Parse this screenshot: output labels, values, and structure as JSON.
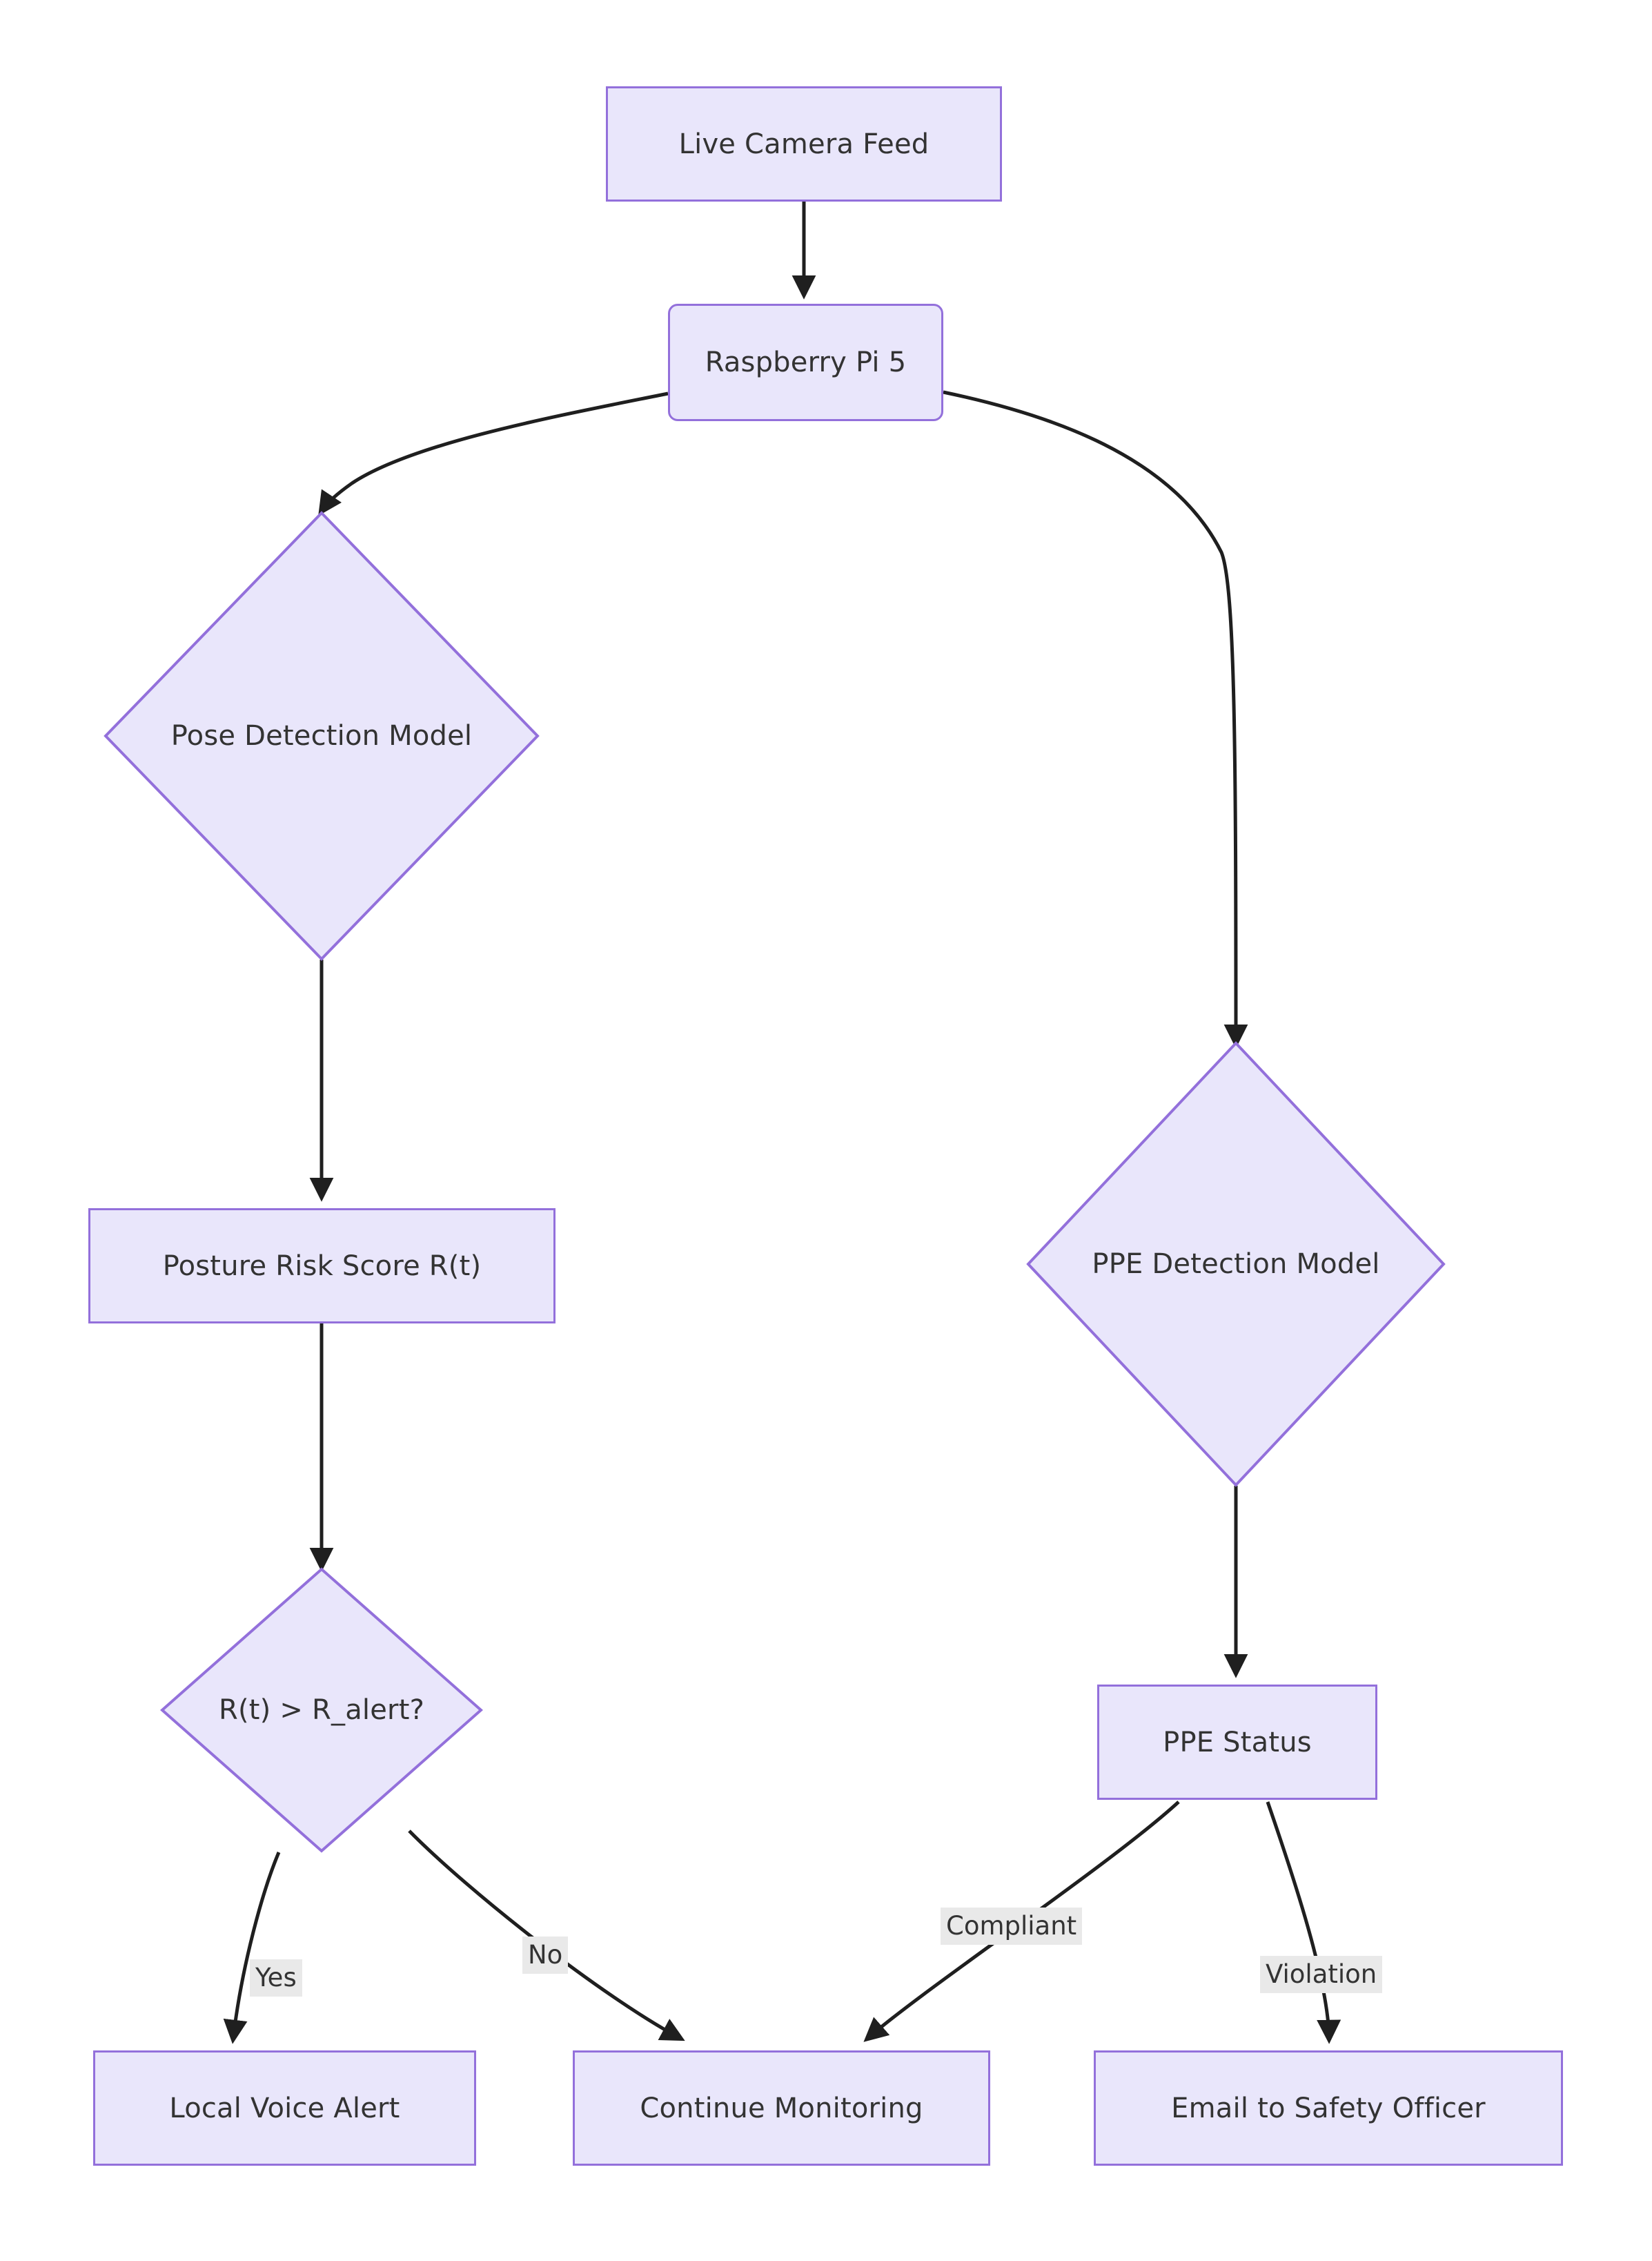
{
  "diagram": {
    "type": "flowchart",
    "orientation": "top-down",
    "background_color": "#ffffff",
    "node_fill_color": "#e9e6fb",
    "node_border_color": "#9370db",
    "node_text_color": "#333333",
    "edge_color": "#1f1f1f",
    "edge_label_background": "#e9e9e9",
    "nodes": [
      {
        "id": "live_camera_feed",
        "label": "Live Camera Feed",
        "shape": "rectangle"
      },
      {
        "id": "raspberry_pi_5",
        "label": "Raspberry Pi 5",
        "shape": "rounded-rectangle"
      },
      {
        "id": "pose_detection_model",
        "label": "Pose Detection Model",
        "shape": "diamond"
      },
      {
        "id": "ppe_detection_model",
        "label": "PPE Detection Model",
        "shape": "diamond"
      },
      {
        "id": "posture_risk_score",
        "label": "Posture Risk Score R(t)",
        "shape": "rectangle"
      },
      {
        "id": "ppe_status",
        "label": "PPE Status",
        "shape": "rectangle"
      },
      {
        "id": "risk_threshold_decision",
        "label": "R(t) > R_alert?",
        "shape": "diamond"
      },
      {
        "id": "local_voice_alert",
        "label": "Local Voice Alert",
        "shape": "rectangle"
      },
      {
        "id": "continue_monitoring",
        "label": "Continue Monitoring",
        "shape": "rectangle"
      },
      {
        "id": "email_safety_officer",
        "label": "Email to Safety Officer",
        "shape": "rectangle"
      }
    ],
    "edges": [
      {
        "from": "live_camera_feed",
        "to": "raspberry_pi_5",
        "label": ""
      },
      {
        "from": "raspberry_pi_5",
        "to": "pose_detection_model",
        "label": ""
      },
      {
        "from": "raspberry_pi_5",
        "to": "ppe_detection_model",
        "label": ""
      },
      {
        "from": "pose_detection_model",
        "to": "posture_risk_score",
        "label": ""
      },
      {
        "from": "posture_risk_score",
        "to": "risk_threshold_decision",
        "label": ""
      },
      {
        "from": "risk_threshold_decision",
        "to": "local_voice_alert",
        "label": "Yes"
      },
      {
        "from": "risk_threshold_decision",
        "to": "continue_monitoring",
        "label": "No"
      },
      {
        "from": "ppe_detection_model",
        "to": "ppe_status",
        "label": ""
      },
      {
        "from": "ppe_status",
        "to": "continue_monitoring",
        "label": "Compliant"
      },
      {
        "from": "ppe_status",
        "to": "email_safety_officer",
        "label": "Violation"
      }
    ],
    "edge_labels": {
      "yes": "Yes",
      "no": "No",
      "compliant": "Compliant",
      "violation": "Violation"
    }
  }
}
